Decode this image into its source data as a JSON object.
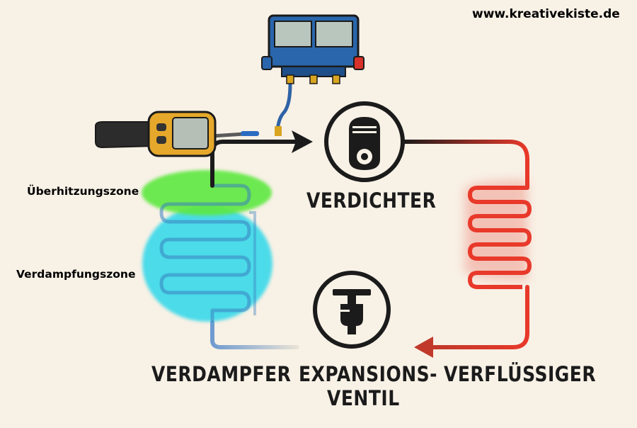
{
  "website": "www.kreativekiste.de",
  "labels": {
    "superheat_zone": "Überhitzungszone",
    "evaporation_zone": "Verdampfungszone",
    "compressor": "VERDICHTER",
    "evaporator": "VERDAMPFER",
    "expansion_valve_line1": "EXPANSIONS-",
    "expansion_valve_line2": "VENTIL",
    "condenser": "VERFLÜSSIGER"
  },
  "colors": {
    "background": "#f8f1e6",
    "hot_line": "#e8392a",
    "cold_line": "#6f9bd0",
    "superheat_zone": "#5de83f",
    "evaporation_zone": "#2fd8ea",
    "manifold_body": "#2a66ab",
    "thermometer_body": "#e6a82b",
    "line_dark": "#1b1b1b"
  },
  "icons": [
    "manifold-gauge-icon",
    "digital-thermometer-icon",
    "compressor-icon",
    "expansion-valve-icon",
    "flow-arrow-icon"
  ]
}
